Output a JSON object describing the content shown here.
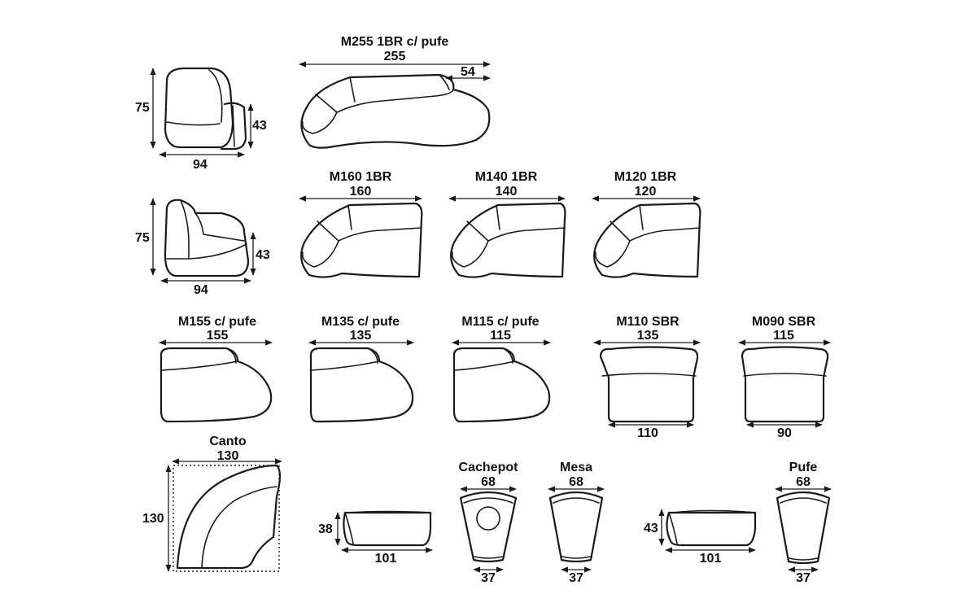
{
  "modules": {
    "m255": {
      "name": "M255 1BR c/ pufe",
      "width": "255",
      "pufe": "54"
    },
    "side1": {
      "height": "75",
      "seat": "43",
      "depth": "94"
    },
    "side2": {
      "height": "75",
      "seat": "43",
      "depth": "94"
    },
    "m160": {
      "name": "M160 1BR",
      "width": "160"
    },
    "m140": {
      "name": "M140 1BR",
      "width": "140"
    },
    "m120": {
      "name": "M120 1BR",
      "width": "120"
    },
    "m155": {
      "name": "M155 c/ pufe",
      "width": "155"
    },
    "m135": {
      "name": "M135 c/ pufe",
      "width": "135"
    },
    "m115": {
      "name": "M115 c/ pufe",
      "width": "115"
    },
    "m110": {
      "name": "M110 SBR",
      "width": "135",
      "inner": "110"
    },
    "m090": {
      "name": "M090 SBR",
      "width": "115",
      "inner": "90"
    },
    "canto": {
      "name": "Canto",
      "width": "130",
      "depth": "130"
    },
    "cachepot": {
      "name": "Cachepot",
      "top": "68",
      "bottom": "37"
    },
    "mesa": {
      "name": "Mesa",
      "top": "68",
      "bottom": "37"
    },
    "pufe": {
      "name": "Pufe",
      "top": "68",
      "bottom": "37"
    },
    "elev_mesa": {
      "height": "38",
      "length": "101"
    },
    "elev_pufe": {
      "height": "43",
      "length": "101"
    }
  }
}
